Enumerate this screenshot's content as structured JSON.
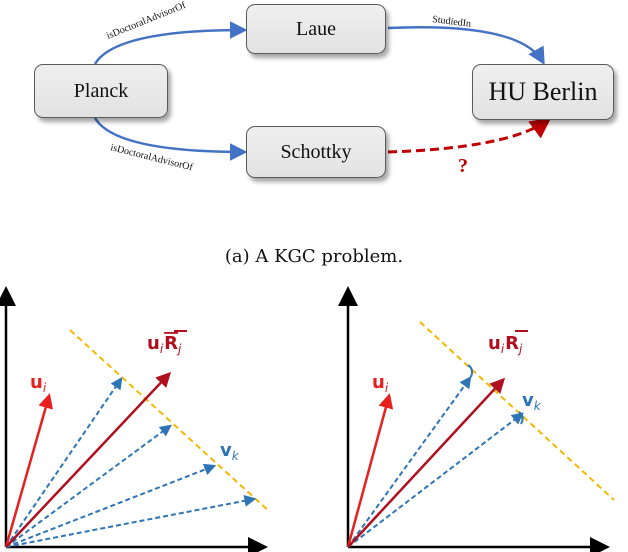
{
  "kg": {
    "nodes": {
      "planck": "Planck",
      "laue": "Laue",
      "schottky": "Schottky",
      "hu_berlin": "HU Berlin"
    },
    "edges": {
      "planck_laue": "isDoctoralAdvisorOf",
      "planck_schottky": "isDoctoralAdvisorOf",
      "laue_hu": "StudiedIn",
      "schottky_hu": "?"
    }
  },
  "caption": "(a) A KGC problem.",
  "vectors": {
    "left": {
      "u_i_base": "u",
      "u_i_sub": "i",
      "uR_base": "u",
      "uR_sub1": "i",
      "uR_R": "R",
      "uR_sub2": "j",
      "v_k_base": "v",
      "v_k_sub": "k"
    },
    "right": {
      "u_i_base": "u",
      "u_i_sub": "i",
      "uR_base": "u",
      "uR_sub1": "i",
      "uR_R": "R",
      "uR_sub2": "j",
      "v_k_base": "v",
      "v_k_sub": "k"
    }
  },
  "colors": {
    "blue_edge": "#4472c4",
    "red_dashed": "#c00000",
    "u_red": "#e8201e",
    "uR_darkred": "#b0101e",
    "v_blue": "#2e75b6",
    "plane_yellow": "#f5b800",
    "axis": "#000000"
  }
}
